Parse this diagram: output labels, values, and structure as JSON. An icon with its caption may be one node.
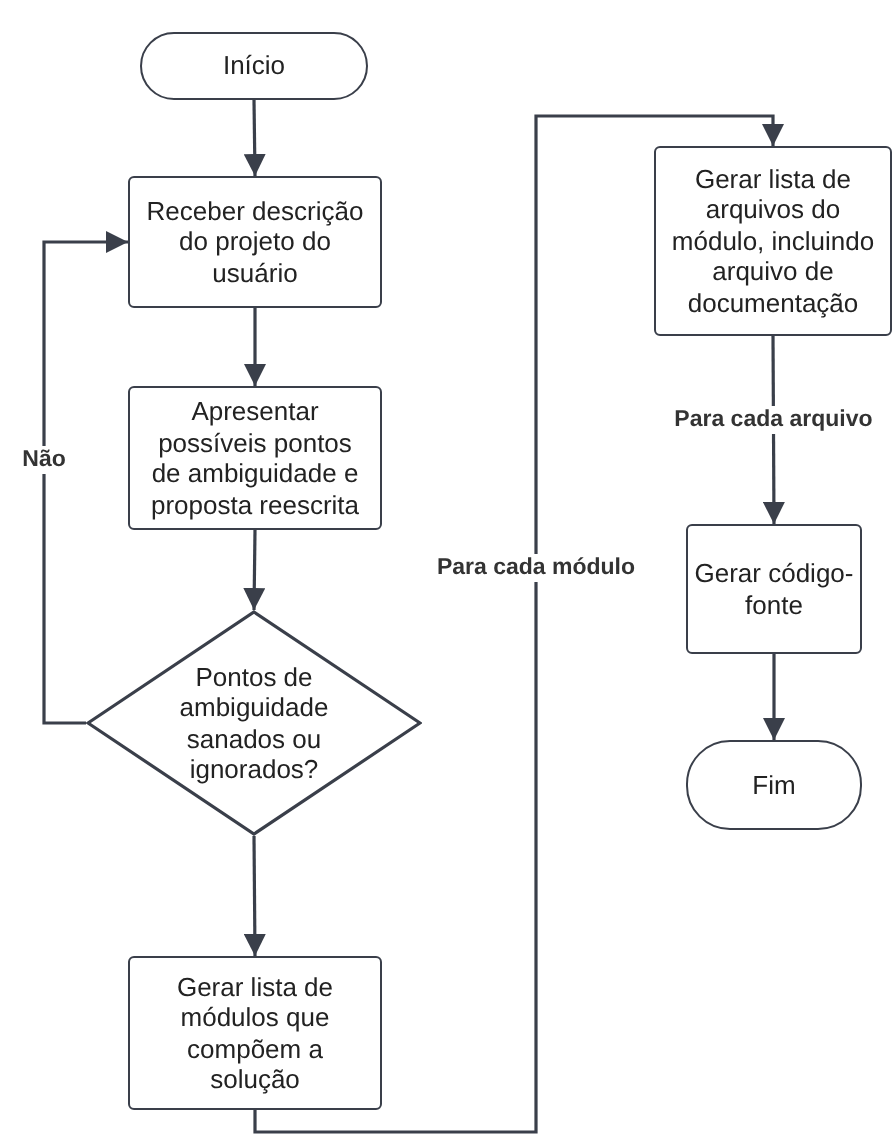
{
  "diagram": {
    "nodes": [
      {
        "text": [
          "Início"
        ]
      },
      {
        "text": [
          "Receber descrição do projeto do usuário"
        ]
      },
      {
        "text": [
          "Apresentar possíveis pontos de ambiguidade e proposta reescrita"
        ]
      },
      {
        "text": [
          "Pontos de ambiguidade sanados ou ignorados?"
        ]
      },
      {
        "text": [
          "Gerar lista de módulos que compõem a solução"
        ]
      },
      {
        "text": [
          "Gerar lista de arquivos do módulo, incluindo arquivo de documentação"
        ]
      },
      {
        "text": [
          "Gerar código-fonte"
        ]
      },
      {
        "text": [
          "Fim"
        ]
      }
    ],
    "edges": [
      {
        "from": 0,
        "to": 1,
        "arrow": "to"
      },
      {
        "from": 1,
        "to": 2,
        "arrow": "to"
      },
      {
        "from": 2,
        "to": 3,
        "arrow": "to"
      },
      {
        "from": 3,
        "to": 1,
        "arrow": "to",
        "label": "Não"
      },
      {
        "from": 3,
        "to": 4,
        "arrow": "to"
      },
      {
        "from": 4,
        "to": 5,
        "arrow": "to",
        "label": "Para cada módulo"
      },
      {
        "from": 5,
        "to": 6,
        "arrow": "to",
        "label": "Para cada arquivo"
      },
      {
        "from": 6,
        "to": 7,
        "arrow": "to"
      }
    ]
  }
}
